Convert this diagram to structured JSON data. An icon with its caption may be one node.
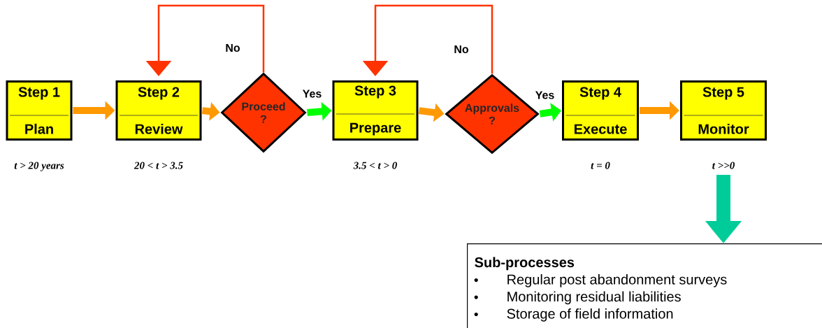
{
  "diagram": {
    "nodes": [
      {
        "text": [
          "Step 1",
          "Plan"
        ],
        "beside": [
          "t > 20 years"
        ]
      },
      {
        "text": [
          "Step 2",
          "Review"
        ],
        "beside": [
          "20 < t > 3.5"
        ]
      },
      {
        "text": [
          "Proceed ?"
        ]
      },
      {
        "text": [
          "Step 3",
          "Prepare"
        ],
        "beside": [
          "3.5 < t > 0"
        ]
      },
      {
        "text": [
          "Approvals ?"
        ]
      },
      {
        "text": [
          "Step 4",
          "Execute"
        ],
        "beside": [
          "t = 0"
        ]
      },
      {
        "text": [
          "Step 5",
          "Monitor"
        ],
        "beside": [
          "t >>0"
        ]
      },
      {
        "text": [
          "Sub-processes",
          "Regular post abandonment surveys",
          "Monitoring residual liabilities",
          "Storage of field information"
        ]
      }
    ],
    "edges": [
      {
        "from": 0,
        "to": 1,
        "arrow": "to"
      },
      {
        "from": 1,
        "to": 2,
        "arrow": "to"
      },
      {
        "from": 2,
        "to": 3,
        "arrow": "to",
        "label": "Yes",
        "color": "#00ff00"
      },
      {
        "from": 2,
        "to": 1,
        "arrow": "to",
        "label": "No",
        "color": "#ff3300"
      },
      {
        "from": 3,
        "to": 4,
        "arrow": "to"
      },
      {
        "from": 4,
        "to": 5,
        "arrow": "to",
        "label": "Yes",
        "color": "#00ff00"
      },
      {
        "from": 4,
        "to": 3,
        "arrow": "to",
        "label": "No",
        "color": "#ff3300"
      },
      {
        "from": 5,
        "to": 6,
        "arrow": "to"
      },
      {
        "from": 6,
        "to": 7,
        "arrow": "to",
        "color": "#00cc99",
        "style": "thick"
      }
    ]
  }
}
